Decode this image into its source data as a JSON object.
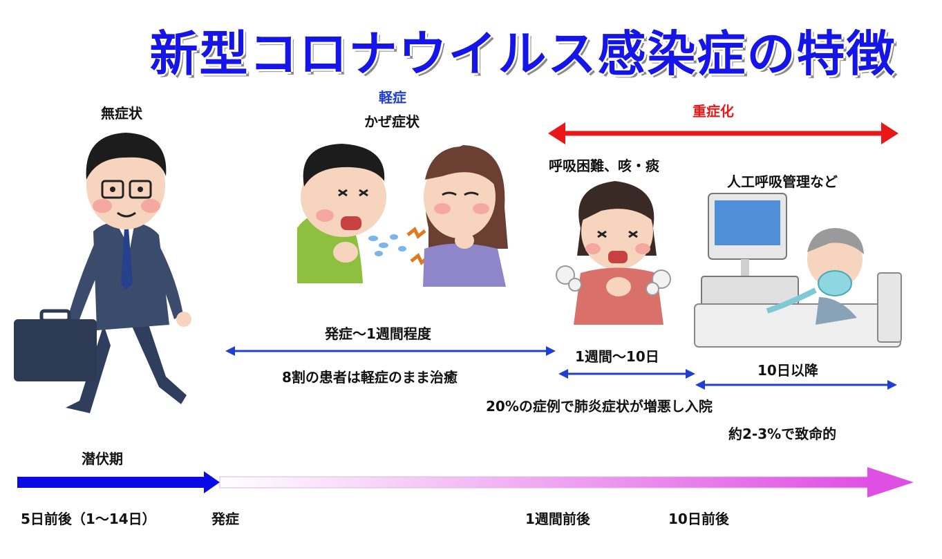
{
  "title": "新型コロナウイルス感染症の特徴",
  "stages": {
    "asymptomatic": "無症状",
    "mild": "軽症",
    "cold_symptoms": "かぜ症状",
    "severe": "重症化",
    "breathing": "呼吸困難、咳・痰",
    "ventilation": "人工呼吸管理など"
  },
  "periods": {
    "onset_week": "発症〜1週間程度",
    "mild_recovery": "8割の患者は軽症のまま治癒",
    "week_to_10days": "1週間〜10日",
    "after_10days": "10日以降",
    "pneumonia": "20%の症例で肺炎症状が増悪し入院",
    "fatality": "約2-3%で致命的",
    "incubation": "潜伏期"
  },
  "timeline": {
    "incubation_days": "5日前後（1〜14日）",
    "onset": "発症",
    "one_week": "1週間前後",
    "ten_days": "10日前後"
  },
  "colors": {
    "title": "#1515e8",
    "severe_arrow": "#e81818",
    "range_arrow": "#1f3fd1",
    "incubation_arrow": "#0a0ae6",
    "timeline_gradient_end": "#e04fe4"
  }
}
